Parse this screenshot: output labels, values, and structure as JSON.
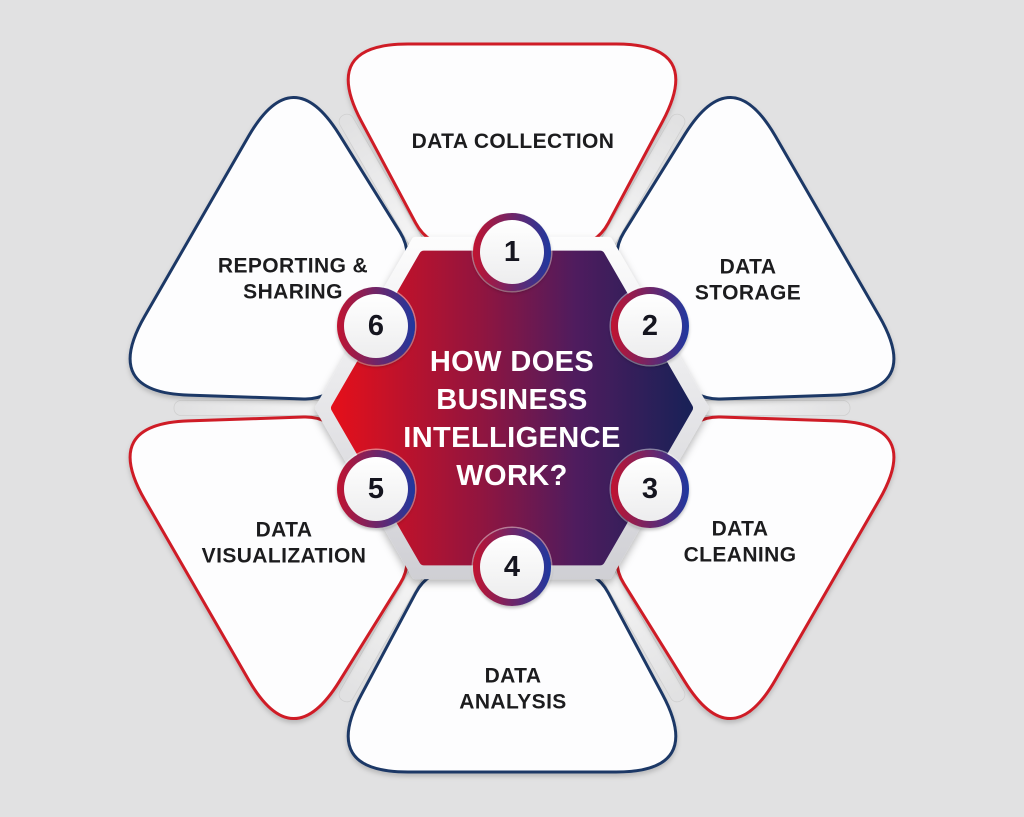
{
  "title": "HOW DOES BUSINESS INTELLIGENCE WORK?",
  "petals": [
    {
      "number": "1",
      "label": "DATA COLLECTION",
      "outline": "red",
      "position": "top"
    },
    {
      "number": "2",
      "label": "DATA STORAGE",
      "outline": "navy",
      "position": "top-right"
    },
    {
      "number": "3",
      "label": "DATA CLEANING",
      "outline": "red",
      "position": "bottom-right"
    },
    {
      "number": "4",
      "label": "DATA ANALYSIS",
      "outline": "navy",
      "position": "bottom"
    },
    {
      "number": "5",
      "label": "DATA VISUALIZATION",
      "outline": "red",
      "position": "bottom-left"
    },
    {
      "number": "6",
      "label": "REPORTING & SHARING",
      "outline": "navy",
      "position": "top-left"
    }
  ],
  "colors": {
    "background": "#e1e1e2",
    "petal-red": "#cf1a26",
    "petal-navy": "#1b3766",
    "petal-fill": "#fdfdfe",
    "hex-red": "#e3101b",
    "hex-mid": "#8f1540",
    "hex-purple": "#4f1c5e",
    "hex-navy": "#1a2157",
    "ring-red": "#c11330",
    "ring-blue": "#1e38a0",
    "label-text": "#1c1c1e",
    "title-text": "#ffffff",
    "bezel-light": "#fdfdfd",
    "bezel-dark": "#cfcfd4",
    "spoke-light": "#fafafa"
  }
}
